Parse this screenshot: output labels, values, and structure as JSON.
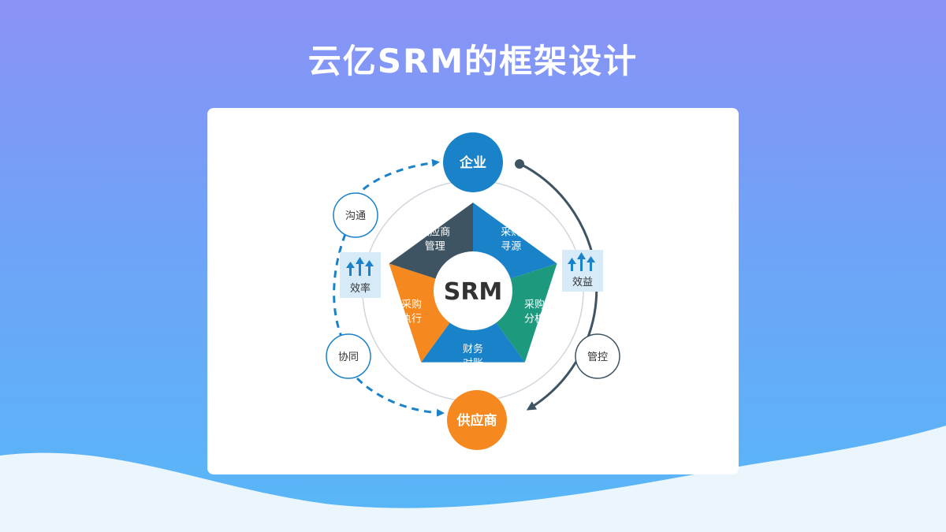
{
  "title": "云亿SRM的框架设计",
  "diagram": {
    "center": "SRM",
    "segments": [
      {
        "lines": [
          "采购",
          "寻源"
        ],
        "color": "#1a82c8"
      },
      {
        "lines": [
          "采购",
          "分析"
        ],
        "color": "#1d9a7e"
      },
      {
        "lines": [
          "财务",
          "对账"
        ],
        "color": "#1a82c8"
      },
      {
        "lines": [
          "采购",
          "执行"
        ],
        "color": "#f5891f"
      },
      {
        "lines": [
          "供应商",
          "管理"
        ],
        "color": "#3f5463"
      }
    ],
    "top_node": {
      "label": "企业",
      "color": "#1a82c8"
    },
    "bottom_node": {
      "label": "供应商",
      "color": "#f5891f"
    },
    "left_nodes": [
      {
        "label": "沟通"
      },
      {
        "label": "协同"
      }
    ],
    "right_node": {
      "label": "管控"
    },
    "left_badge": {
      "label": "效率",
      "icon": "up-arrows-icon"
    },
    "right_badge": {
      "label": "效益",
      "icon": "up-arrows-icon"
    },
    "colors": {
      "dashed_arrow": "#1a82c8",
      "solid_arrow": "#3f5463",
      "badge_bg": "#d6eaf8",
      "ring_outline": "#d0d6dc"
    }
  }
}
